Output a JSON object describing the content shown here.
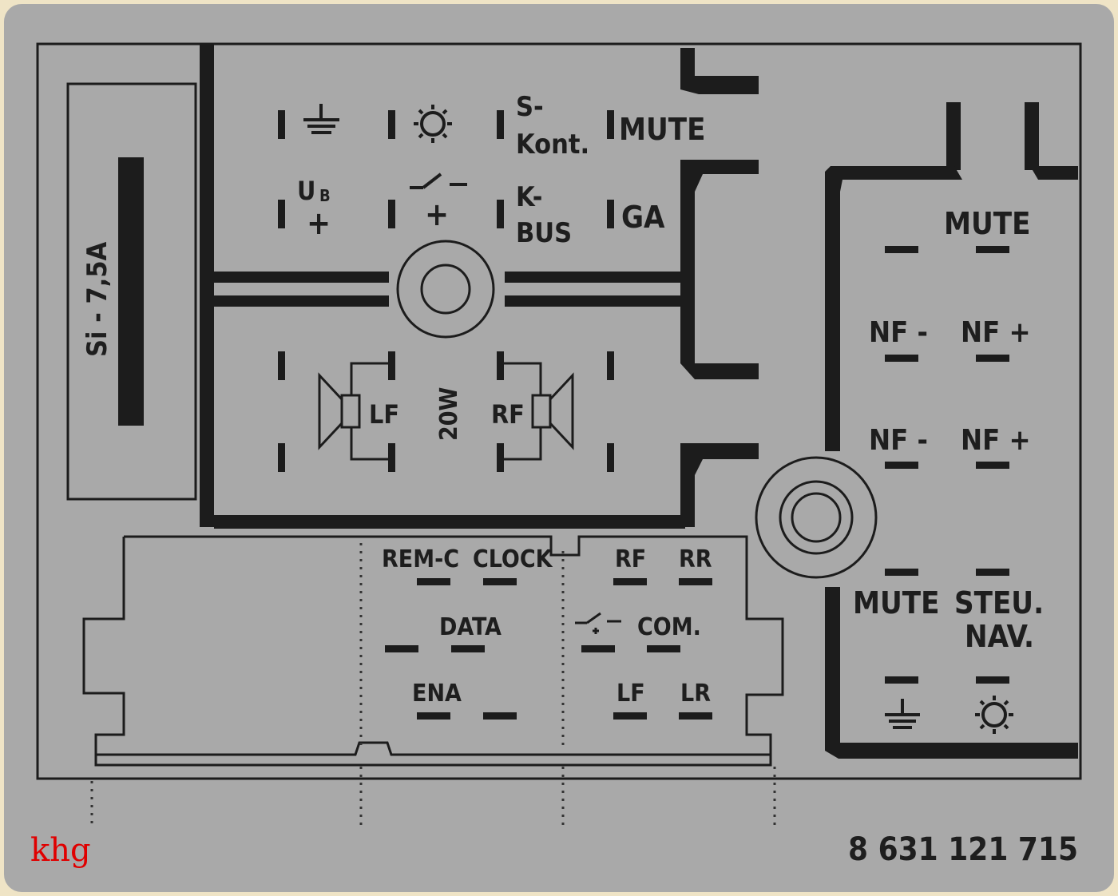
{
  "fuse": {
    "label": "Si - 7,5A"
  },
  "power_connector": {
    "row1": [
      "S-",
      "Kont.",
      "MUTE"
    ],
    "row2": [
      "U",
      "B",
      "+",
      "+",
      "K-",
      "BUS",
      "GA"
    ],
    "speakers": [
      "LF",
      "20W",
      "RF"
    ],
    "icons": [
      "ground-icon",
      "light-icon",
      "switch-icon",
      "speaker-icon"
    ]
  },
  "right_connector": {
    "labels": [
      "MUTE",
      "NF -",
      "NF +",
      "NF -",
      "NF +",
      "MUTE",
      "STEU.",
      "NAV."
    ],
    "icons": [
      "ground-icon",
      "light-icon"
    ]
  },
  "bottom_connector": {
    "labels": [
      "REM-C",
      "CLOCK",
      "DATA",
      "ENA",
      "RF",
      "RR",
      "COM.",
      "LF",
      "LR"
    ]
  },
  "part_number": "8 631 121 715",
  "watermark": "khg",
  "colors": {
    "background": "#a9a9a9",
    "ink": "#1c1c1c",
    "watermark": "#e00000"
  }
}
